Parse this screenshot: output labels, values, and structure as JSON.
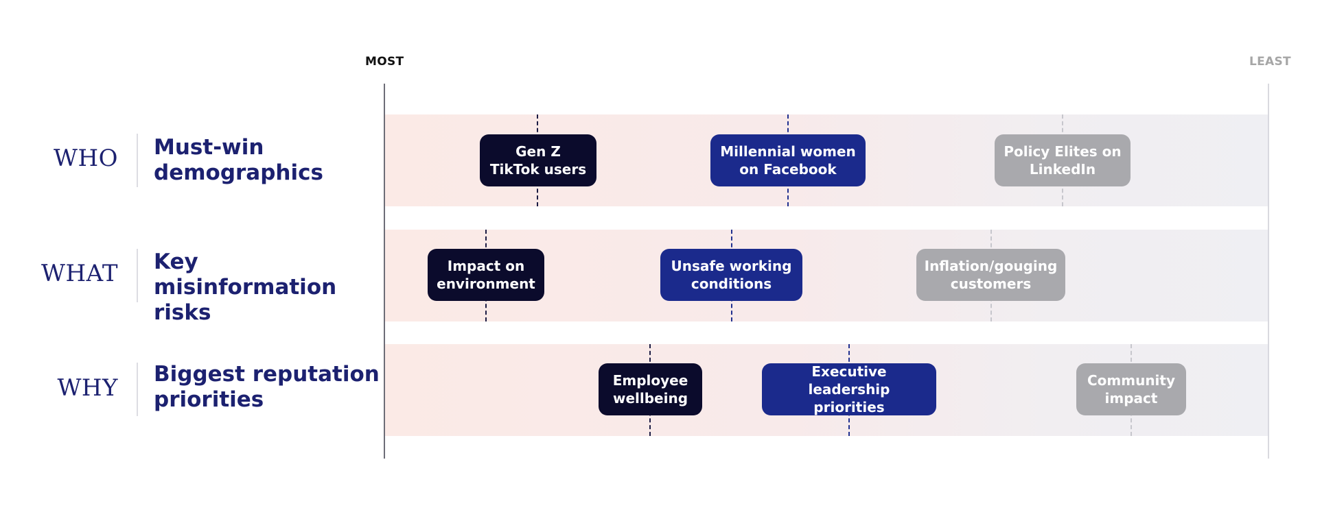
{
  "scale": {
    "most": "MOST",
    "least": "LEAST"
  },
  "rows": [
    {
      "key": "WHO",
      "title": "Must-win\ndemographics",
      "items": [
        {
          "label": "Gen Z\nTikTok users",
          "tier": "black"
        },
        {
          "label": "Millennial women\non Facebook",
          "tier": "navy"
        },
        {
          "label": "Policy Elites on\nLinkedIn",
          "tier": "grey"
        }
      ]
    },
    {
      "key": "WHAT",
      "title": "Key misinformation\nrisks",
      "items": [
        {
          "label": "Impact on\nenvironment",
          "tier": "black"
        },
        {
          "label": "Unsafe working\nconditions",
          "tier": "navy"
        },
        {
          "label": "Inflation/gouging\ncustomers",
          "tier": "grey"
        }
      ]
    },
    {
      "key": "WHY",
      "title": "Biggest reputation\npriorities",
      "items": [
        {
          "label": "Employee\nwellbeing",
          "tier": "black"
        },
        {
          "label": "Executive leadership\npriorities",
          "tier": "navy"
        },
        {
          "label": "Community\nimpact",
          "tier": "grey"
        }
      ]
    }
  ],
  "colors": {
    "black": "#0b0b2c",
    "navy": "#1b2a8c",
    "grey": "#a9a9ad",
    "heading": "#1c2170"
  }
}
